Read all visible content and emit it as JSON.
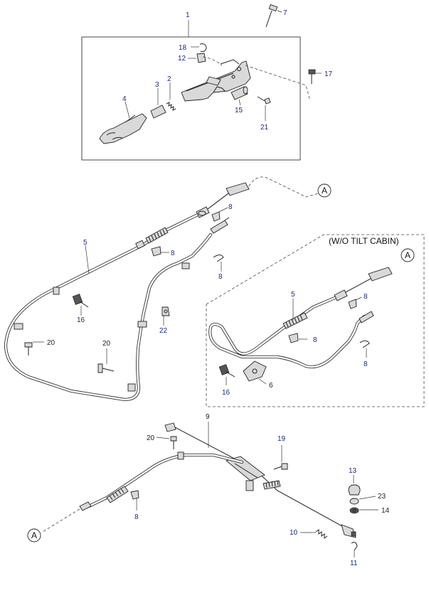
{
  "diagram": {
    "callouts": {
      "c1": "1",
      "c7": "7",
      "c18": "18",
      "c12": "12",
      "c17": "17",
      "c2": "2",
      "c3": "3",
      "c4": "4",
      "c15": "15",
      "c21": "21",
      "c8a": "8",
      "c5a": "5",
      "c8b": "8",
      "c8c": "8",
      "c16a": "16",
      "c22": "22",
      "c20a": "20",
      "c20b": "20",
      "c5b": "5",
      "c8d": "8",
      "c8e": "8",
      "c8f": "8",
      "c16b": "16",
      "c6": "6",
      "c9": "9",
      "c20c": "20",
      "c19": "19",
      "c8g": "8",
      "c13": "13",
      "c23": "23",
      "c14": "14",
      "c10": "10",
      "c11": "11"
    },
    "refs": {
      "a1": "A",
      "a2": "A",
      "a3": "A"
    },
    "variant_label": "(W/O TILT CABIN)"
  }
}
